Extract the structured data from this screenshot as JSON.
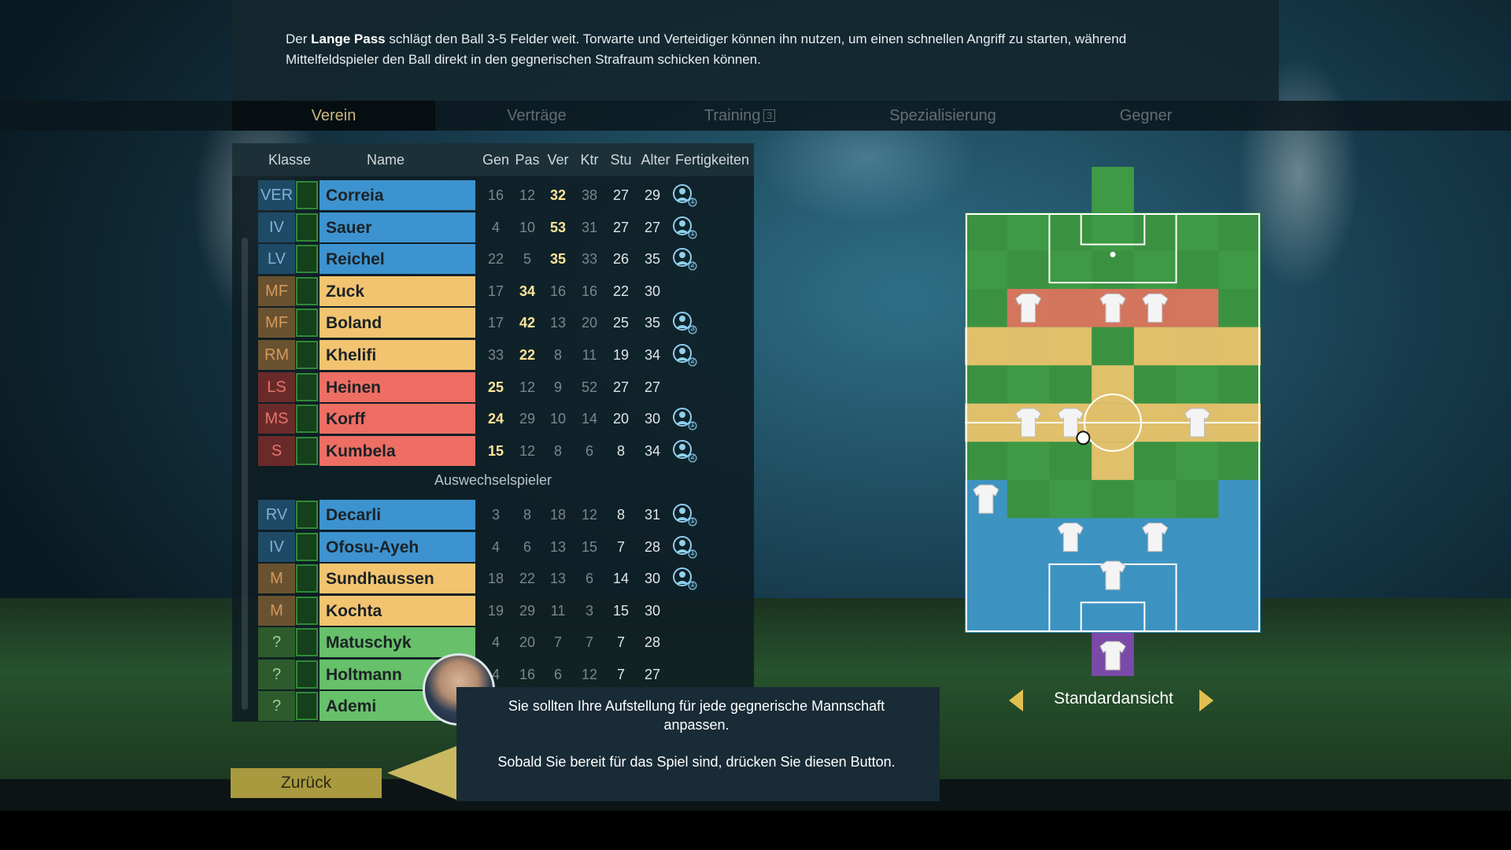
{
  "hint": {
    "pre": "Der ",
    "bold": "Lange Pass",
    "post": " schlägt den Ball 3-5 Felder weit. Torwarte und Verteidiger können ihn nutzen, um einen schnellen Angriff zu starten, während Mittelfeldspieler den Ball direkt in den gegnerischen Strafraum schicken können."
  },
  "tabs": [
    {
      "label": "Verein",
      "active": true
    },
    {
      "label": "Verträge"
    },
    {
      "label": "Training",
      "badge": "3"
    },
    {
      "label": "Spezialisierung"
    },
    {
      "label": "Gegner"
    }
  ],
  "columns": {
    "klasse": "Klasse",
    "name": "Name",
    "gen": "Gen",
    "pas": "Pas",
    "ver": "Ver",
    "ktr": "Ktr",
    "stu": "Stu",
    "alter": "Alter",
    "fert": "Fertigkeiten"
  },
  "starters": [
    {
      "cls": "VER",
      "name": "Correia",
      "gen": "16",
      "pas": "12",
      "ver": "32",
      "ktr": "38",
      "stu": "27",
      "age": "29",
      "color": "blue",
      "hi": "ver",
      "skill": "1"
    },
    {
      "cls": "IV",
      "name": "Sauer",
      "gen": "4",
      "pas": "10",
      "ver": "53",
      "ktr": "31",
      "stu": "27",
      "age": "27",
      "color": "blue",
      "hi": "ver",
      "skill": "1"
    },
    {
      "cls": "LV",
      "name": "Reichel",
      "gen": "22",
      "pas": "5",
      "ver": "35",
      "ktr": "33",
      "stu": "26",
      "age": "35",
      "color": "blue",
      "hi": "ver",
      "skill": "2"
    },
    {
      "cls": "MF",
      "name": "Zuck",
      "gen": "17",
      "pas": "34",
      "ver": "16",
      "ktr": "16",
      "stu": "22",
      "age": "30",
      "color": "yellow",
      "hi": "pas"
    },
    {
      "cls": "MF",
      "name": "Boland",
      "gen": "17",
      "pas": "42",
      "ver": "13",
      "ktr": "20",
      "stu": "25",
      "age": "35",
      "color": "yellow",
      "hi": "pas",
      "skill": "3"
    },
    {
      "cls": "RM",
      "name": "Khelifi",
      "gen": "33",
      "pas": "22",
      "ver": "8",
      "ktr": "11",
      "stu": "19",
      "age": "34",
      "color": "yellow",
      "hi": "pas",
      "skill": "2"
    },
    {
      "cls": "LS",
      "name": "Heinen",
      "gen": "25",
      "pas": "12",
      "ver": "9",
      "ktr": "52",
      "stu": "27",
      "age": "27",
      "color": "red",
      "hi": "gen"
    },
    {
      "cls": "MS",
      "name": "Korff",
      "gen": "24",
      "pas": "29",
      "ver": "10",
      "ktr": "14",
      "stu": "20",
      "age": "30",
      "color": "red",
      "hi": "gen",
      "skill": "1"
    },
    {
      "cls": "S",
      "name": "Kumbela",
      "gen": "15",
      "pas": "12",
      "ver": "8",
      "ktr": "6",
      "stu": "8",
      "age": "34",
      "color": "red",
      "hi": "gen",
      "skill": "2"
    }
  ],
  "subs_label": "Auswechselspieler",
  "subs": [
    {
      "cls": "RV",
      "name": "Decarli",
      "gen": "3",
      "pas": "8",
      "ver": "18",
      "ktr": "12",
      "stu": "8",
      "age": "31",
      "color": "blue",
      "skill": "1"
    },
    {
      "cls": "IV",
      "name": "Ofosu-Ayeh",
      "gen": "4",
      "pas": "6",
      "ver": "13",
      "ktr": "15",
      "stu": "7",
      "age": "28",
      "color": "blue",
      "skill": "1"
    },
    {
      "cls": "M",
      "name": "Sundhaussen",
      "gen": "18",
      "pas": "22",
      "ver": "13",
      "ktr": "6",
      "stu": "14",
      "age": "30",
      "color": "yellow",
      "skill": "1"
    },
    {
      "cls": "M",
      "name": "Kochta",
      "gen": "19",
      "pas": "29",
      "ver": "11",
      "ktr": "3",
      "stu": "15",
      "age": "30",
      "color": "yellow"
    },
    {
      "cls": "?",
      "name": "Matuschyk",
      "gen": "4",
      "pas": "20",
      "ver": "7",
      "ktr": "7",
      "stu": "7",
      "age": "28",
      "color": "green"
    },
    {
      "cls": "?",
      "name": "Holtmann",
      "gen": "4",
      "pas": "16",
      "ver": "6",
      "ktr": "12",
      "stu": "7",
      "age": "27",
      "color": "green"
    },
    {
      "cls": "?",
      "name": "Ademi",
      "gen": "",
      "pas": "",
      "ver": "",
      "ktr": "",
      "stu": "",
      "age": "",
      "color": "green"
    }
  ],
  "coach": {
    "line1": "Sie sollten Ihre Aufstellung für jede gegnerische Mannschaft anpassen.",
    "line2": "Sobald Sie bereit für das Spiel sind, drücken Sie diesen Button."
  },
  "back_button": "Zurück",
  "view": {
    "label": "Standardansicht"
  },
  "colors": {
    "defense": "#3d93cf",
    "midfield": "#f2c470",
    "attack": "#ee6e63",
    "sub": "#67c06a",
    "accent": "#c9b77c",
    "keeper": "#7b4aa8"
  }
}
